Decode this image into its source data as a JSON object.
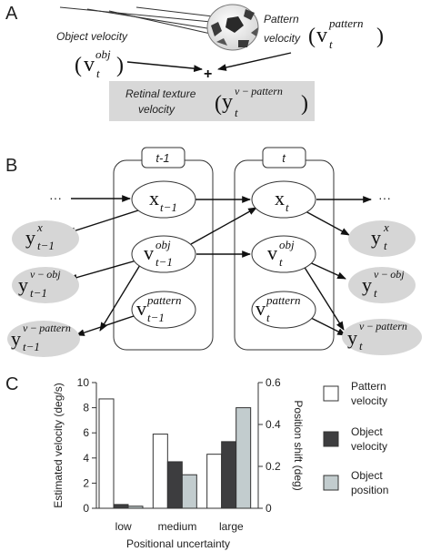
{
  "panels": {
    "a": "A",
    "b": "B",
    "c": "C"
  },
  "panel_a": {
    "object_velocity_label": "Object velocity",
    "pattern_velocity_label_1": "Pattern",
    "pattern_velocity_label_2": "velocity",
    "plus_sign": "+",
    "retinal_label_1": "Retinal texture",
    "retinal_label_2": "velocity",
    "sym_v": "v",
    "sym_y": "y",
    "sub_t": "t",
    "sup_obj": "obj",
    "sup_pattern": "pattern",
    "sup_v_pattern": "v − pattern",
    "paren_open": "(",
    "paren_close": ")"
  },
  "panel_b": {
    "slice_prev": "t-1",
    "slice_curr": "t",
    "ellipsis": "···",
    "sym_x": "x",
    "sym_v": "v",
    "sym_y": "y",
    "sub_prev": "t−1",
    "sub_curr": "t",
    "sup_x": "x",
    "sup_obj": "obj",
    "sup_pattern": "pattern",
    "sup_v_obj": "v − obj",
    "sup_v_pattern": "v − pattern"
  },
  "chart_data": {
    "type": "bar",
    "categories": [
      "low",
      "medium",
      "large"
    ],
    "xlabel": "Positional uncertainty",
    "ylabel_left": "Estimated velocity (deg/s)",
    "ylabel_right": "Position shift (deg)",
    "ylim_left": [
      0,
      10
    ],
    "ylim_right": [
      0,
      0.6
    ],
    "yticks_left": [
      "0",
      "2",
      "4",
      "6",
      "8",
      "10"
    ],
    "yticks_right": [
      "0",
      "0.2",
      "0.4",
      "0.6"
    ],
    "series": [
      {
        "name": "Pattern velocity",
        "axis": "left",
        "color": "#ffffff",
        "values": [
          8.7,
          5.9,
          4.3
        ]
      },
      {
        "name": "Object velocity",
        "axis": "left",
        "color": "#3d3d3f",
        "values": [
          0.3,
          3.7,
          5.3
        ]
      },
      {
        "name": "Object position",
        "axis": "right",
        "color": "#c2ccce",
        "values": [
          0.01,
          0.16,
          0.48
        ]
      }
    ],
    "legend": [
      {
        "line1": "Pattern",
        "line2": "velocity"
      },
      {
        "line1": "Object",
        "line2": "velocity"
      },
      {
        "line1": "Object",
        "line2": "position"
      }
    ],
    "legend_position": "right"
  }
}
